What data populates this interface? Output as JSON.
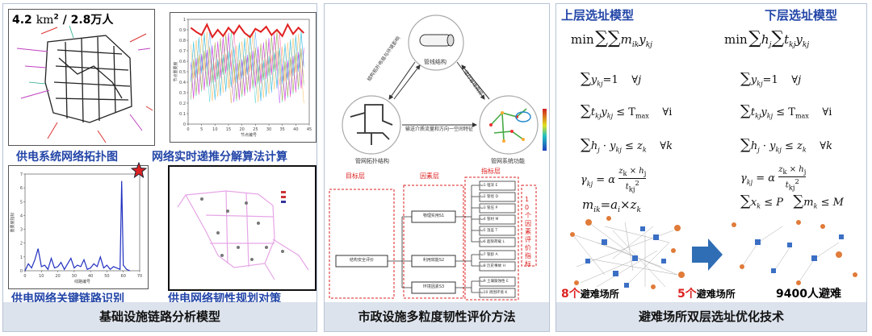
{
  "panel1": {
    "title": "基础设施链路分析模型",
    "area_label_num": "4.2 ",
    "area_label_unit": "km",
    "area_label_sup": "2",
    "area_label_rest": " / 2.8万人",
    "label_topology": "供电系统网络拓扑图",
    "label_algorithm": "网络实时递推分解算法计算",
    "label_critical": "供电网络关键链路识别",
    "label_resilience": "供电网络韧性规划对策",
    "chart_top_ylabel": "节点重要度",
    "chart_top_xlabel": "节点编号",
    "chart_bottom_ylabel": "重要度指标",
    "chart_bottom_xlabel": "线路编号"
  },
  "panel2": {
    "title": "市政设施多粒度韧性评价方法",
    "node_pipe": "管线结构",
    "node_topo": "管网拓扑结构",
    "node_func": "管网系统功能",
    "edge_left": "结构拓扑布局与环境影响",
    "edge_right": "运行管理调控",
    "edge_bottom": "输送介质流量和方向一空间特征",
    "layer_target": "目标层",
    "layer_factor": "因素层",
    "layer_index": "指标层",
    "root": "结构安全评价",
    "factors": [
      "物理实用S1",
      "利用效能S2",
      "环境因素S3"
    ],
    "indicators": [
      "ω1 埋深 E",
      "ω2 管径 D",
      "ω3 管压 P",
      "ω4 管材 M",
      "ω5 温差 T",
      "ω6 超限荷载 L",
      "ω7 管龄 A",
      "ω8 历史事故 H",
      "ω9 土壤腐蚀性 E",
      "ω10 周围环境 K"
    ],
    "side_note": "10个因素评价指标"
  },
  "panel3": {
    "title": "避难场所双层选址优化技术",
    "upper_title": "上层选址模型",
    "lower_title": "下层选址模型",
    "count_before": "8个",
    "count_before_suffix": "避难场所",
    "count_after": "5个",
    "count_after_suffix": "避难场所",
    "people": "9400人避难"
  },
  "colors": {
    "accent_blue": "#2346a8",
    "red": "#d22222",
    "panel_border": "#b7c3d6",
    "footer_bg": "#dde3ec",
    "arrow_blue": "#2f6db5",
    "node_orange": "#e07b39",
    "node_blue": "#3b6fc4"
  },
  "chart_data": [
    {
      "type": "line",
      "title": "",
      "xlabel": "节点编号",
      "ylabel": "节点重要度",
      "xlim": [
        0,
        45
      ],
      "ylim": [
        0,
        1
      ],
      "x_ticks": [
        0,
        5,
        10,
        15,
        20,
        25,
        30,
        35,
        40,
        45
      ],
      "y_ticks": [
        0,
        0.1,
        0.2,
        0.3,
        0.4,
        0.5,
        0.6,
        0.7,
        0.8,
        0.9,
        1
      ],
      "series": [
        {
          "values_x": [
            1,
            3,
            5,
            7,
            9,
            11,
            13,
            15,
            17,
            19,
            21,
            23,
            25,
            27,
            29,
            31,
            33,
            35,
            37,
            39,
            41,
            43
          ],
          "values_y": [
            0.92,
            0.88,
            0.85,
            0.95,
            0.83,
            0.9,
            0.84,
            0.92,
            0.86,
            0.94,
            0.87,
            0.83,
            0.91,
            0.88,
            0.93,
            0.85,
            0.9,
            0.84,
            0.95,
            0.86,
            0.92,
            0.87
          ]
        }
      ]
    },
    {
      "type": "line",
      "title": "",
      "xlabel": "线路编号",
      "ylabel": "重要度指标",
      "xlim": [
        0,
        70
      ],
      "ylim": [
        0,
        7
      ],
      "x_ticks": [
        0,
        10,
        20,
        30,
        40,
        50,
        60,
        70
      ],
      "y_ticks": [
        0,
        1,
        2,
        3,
        4,
        5,
        6,
        7
      ],
      "series": [
        {
          "values_x": [
            0,
            2,
            4,
            6,
            8,
            10,
            12,
            14,
            16,
            18,
            20,
            22,
            24,
            26,
            28,
            30,
            32,
            34,
            36,
            38,
            40,
            42,
            44,
            46,
            48,
            50,
            52,
            54,
            56,
            58,
            59,
            60,
            62,
            64
          ],
          "values_y": [
            0,
            0.5,
            0.2,
            0.8,
            1.6,
            0.3,
            0.4,
            0.1,
            0.9,
            0.2,
            0.3,
            0.6,
            0.1,
            0.5,
            0.9,
            0.2,
            0.4,
            0.3,
            0.8,
            0.1,
            0.2,
            0.5,
            0.3,
            1.0,
            0.2,
            0.4,
            0.1,
            0.3,
            0.2,
            0.1,
            6.5,
            0.4,
            0.1,
            0
          ]
        }
      ]
    }
  ]
}
